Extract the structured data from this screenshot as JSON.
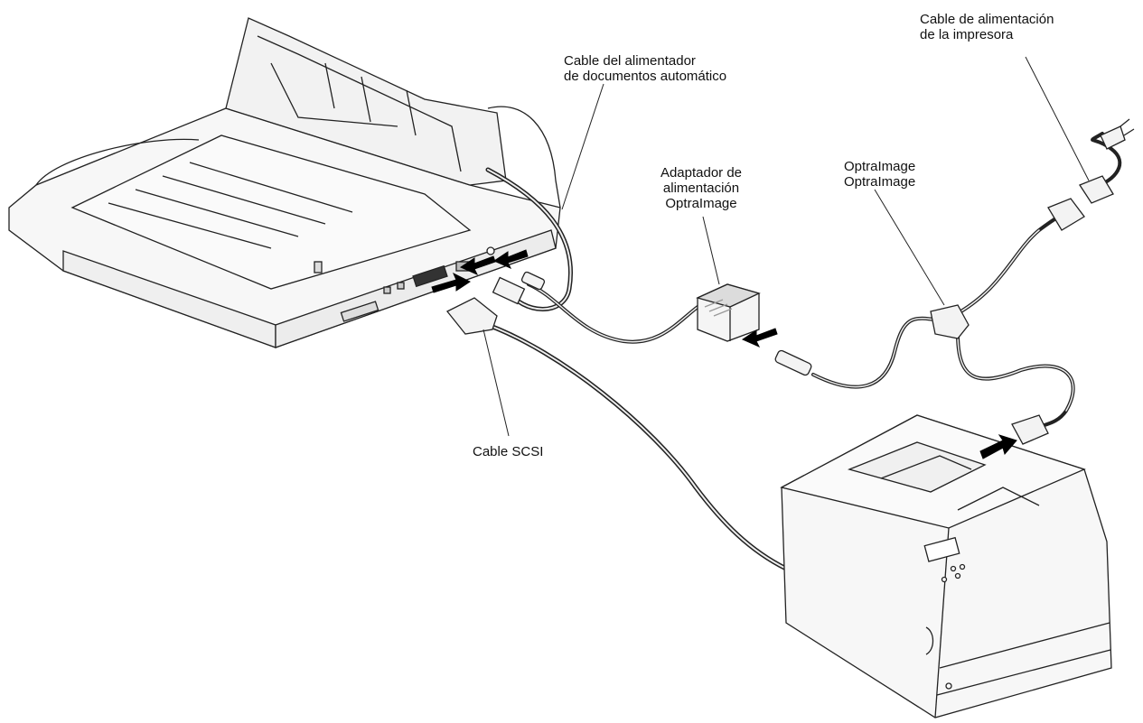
{
  "labels": {
    "adf_cable": [
      "Cable del alimentador",
      "de documentos automático"
    ],
    "printer_power_cable": [
      "Cable de alimentación",
      "de la impresora"
    ],
    "power_adapter": [
      "Adaptador de",
      "alimentación",
      "OptraImage"
    ],
    "y_cable": [
      "OptraImage",
      "OptraImage"
    ],
    "scsi_cable": [
      "Cable SCSI"
    ]
  }
}
